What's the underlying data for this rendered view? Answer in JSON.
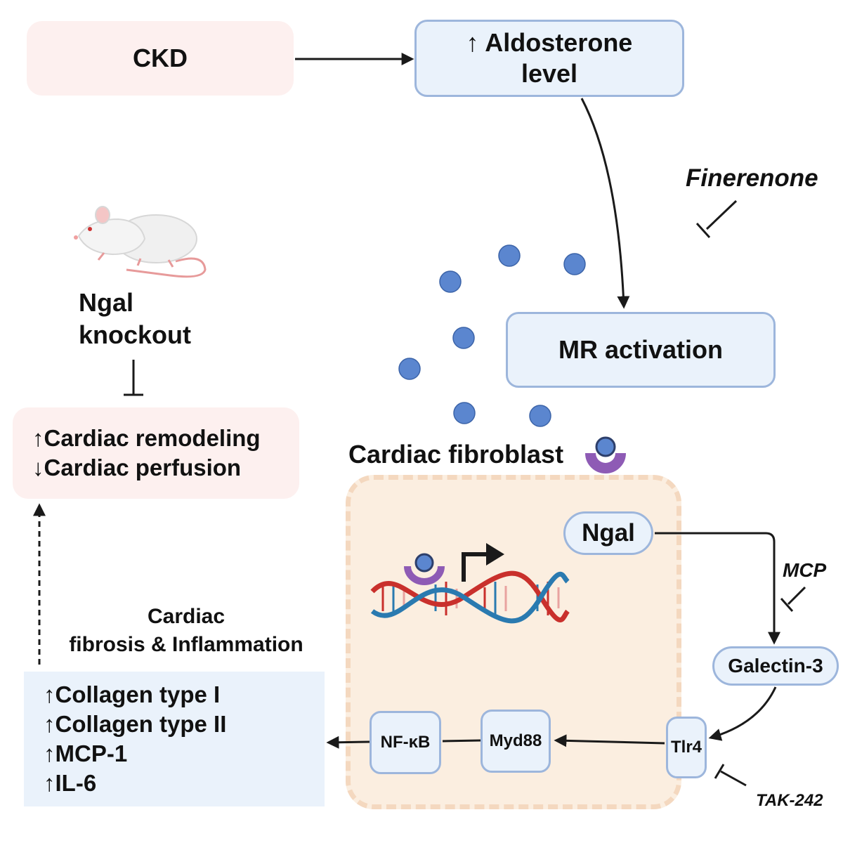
{
  "nodes": {
    "ckd": "CKD",
    "aldosterone_line1": "↑ Aldosterone",
    "aldosterone_line2": "level",
    "mr_activation": "MR activation",
    "ngal_knockout": "Ngal\nknockout",
    "cardiac_remodeling": "↑Cardiac remodeling",
    "cardiac_perfusion": "↓Cardiac perfusion",
    "cardiac_fibroblast": "Cardiac fibroblast",
    "ngal": "Ngal",
    "galectin3": "Galectin-3",
    "tlr4": "Tlr4",
    "myd88": "Myd88",
    "nfkb": "NF-κB",
    "fibrosis_label": "Cardiac\nfibrosis & Inflammation",
    "markers": [
      "↑Collagen type I",
      "↑Collagen type II",
      "↑MCP-1",
      "↑IL-6"
    ]
  },
  "inhibitors": {
    "finerenone": "Finerenone",
    "mcp": "MCP",
    "tak242": "TAK-242"
  },
  "colors": {
    "pink_box": "#fdf0ef",
    "blue_box": "#eaf2fb",
    "blue_border": "#9db6dc",
    "cell_fill": "#fbeee0",
    "cell_border": "#f4d8bf",
    "ligand_dot": "#5b86cf",
    "receptor": "#8e5bb5",
    "dna_red": "#c9302c",
    "dna_blue": "#2a7ab0"
  },
  "icons": [
    "rat-icon",
    "dna-icon",
    "receptor-icon",
    "transcription-arrow-icon"
  ]
}
